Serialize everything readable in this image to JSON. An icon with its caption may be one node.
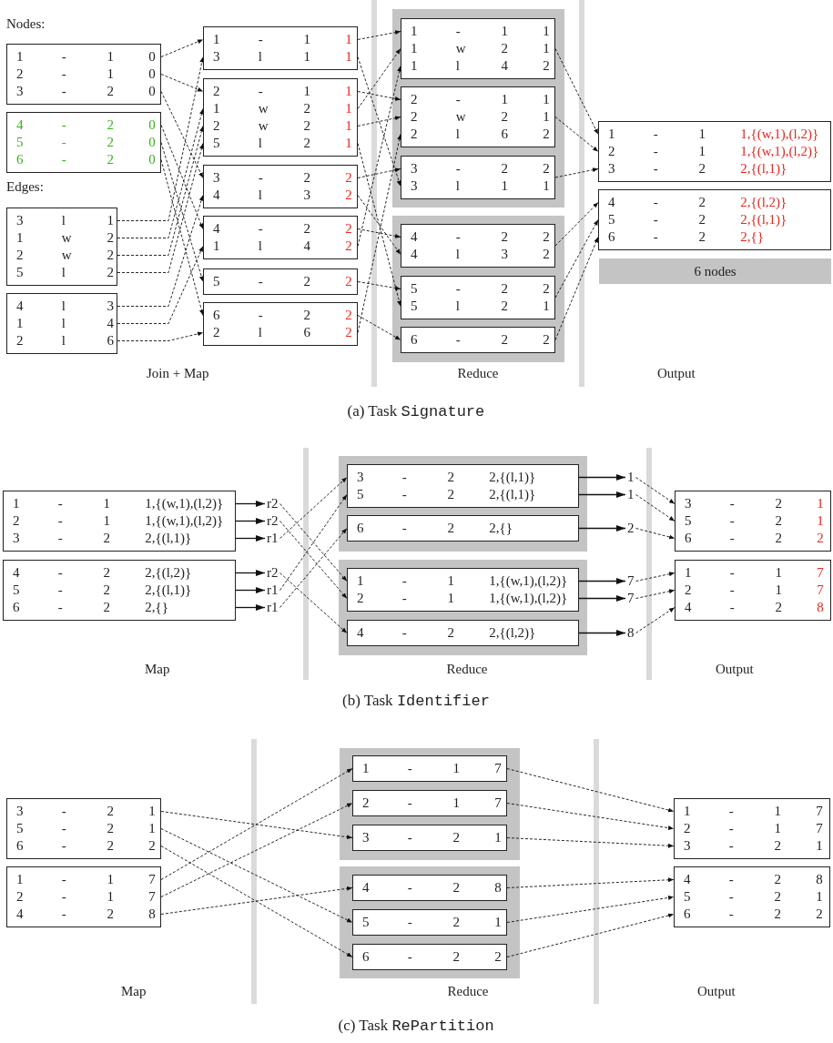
{
  "diagram": {
    "nodes": [
      {
        "text": [
          "1 - 1 0",
          "2 - 1 0",
          "3 - 2 0"
        ]
      },
      {
        "text": [
          "4 - 2 0",
          "5 - 2 0",
          "6 - 2 0"
        ]
      },
      {
        "text": [
          "3 l 1",
          "1 w 2",
          "2 w 2",
          "5 l 2"
        ]
      },
      {
        "text": [
          "4 l 3",
          "1 l 4",
          "2 l 6"
        ]
      },
      {
        "text": [
          "1 - 1 1",
          "3 l 1 1"
        ]
      },
      {
        "text": [
          "2 - 1 1",
          "1 w 2 1",
          "2 w 2 1",
          "5 l 2 1"
        ]
      },
      {
        "text": [
          "3 - 2 2",
          "4 l 3 2"
        ]
      },
      {
        "text": [
          "4 - 2 2",
          "1 l 4 2"
        ]
      },
      {
        "text": [
          "5 - 2 2"
        ]
      },
      {
        "text": [
          "6 - 2 2",
          "2 l 6 2"
        ]
      },
      {
        "text": [],
        "shape": "box"
      },
      {
        "text": [
          "1 - 1 1",
          "1 w 2 1",
          "1 l 4 2"
        ],
        "in": 10
      },
      {
        "text": [
          "2 - 1 1",
          "2 w 2 1",
          "2 l 6 2"
        ],
        "in": 10
      },
      {
        "text": [
          "3 - 2 2",
          "3 l 1 1"
        ],
        "in": 10
      },
      {
        "text": [],
        "shape": "box"
      },
      {
        "text": [
          "4 - 2 2",
          "4 l 3 2"
        ],
        "in": 14
      },
      {
        "text": [
          "5 - 2 2",
          "5 l 2 1"
        ],
        "in": 14
      },
      {
        "text": [
          "6 - 2 2"
        ],
        "in": 14
      },
      {
        "text": [
          "1 - 1 1,{(w,1),(l,2)}",
          "2 - 1 1,{(w,1),(l,2)}",
          "3 - 2 2,{(l,1)}"
        ]
      },
      {
        "text": [
          "4 - 2 2,{(l,2)}",
          "5 - 2 2,{(l,1)}",
          "6 - 2 2,{}"
        ]
      },
      {
        "text": [
          "6 nodes"
        ]
      },
      {
        "text": [
          "1 - 1 1,{(w,1),(l,2)}",
          "2 - 1 1,{(w,1),(l,2)}",
          "3 - 2 2,{(l,1)}"
        ]
      },
      {
        "text": [
          "4 - 2 2,{(l,2)}",
          "5 - 2 2,{(l,1)}",
          "6 - 2 2,{}"
        ]
      },
      {
        "text": [
          "r2"
        ]
      },
      {
        "text": [
          "r2"
        ]
      },
      {
        "text": [
          "r1"
        ]
      },
      {
        "text": [
          "r2"
        ]
      },
      {
        "text": [
          "r1"
        ]
      },
      {
        "text": [
          "r1"
        ]
      },
      {
        "text": [],
        "shape": "box"
      },
      {
        "text": [
          "3 - 2 2,{(l,1)}",
          "5 - 2 2,{(l,1)}"
        ],
        "in": 29
      },
      {
        "text": [
          "6 - 2 2,{}"
        ],
        "in": 29
      },
      {
        "text": [],
        "shape": "box"
      },
      {
        "text": [
          "1 - 1 1,{(w,1),(l,2)}",
          "2 - 1 1,{(w,1),(l,2)}"
        ],
        "in": 32
      },
      {
        "text": [
          "4 - 2 2,{(l,2)}"
        ],
        "in": 32
      },
      {
        "text": [
          "1"
        ]
      },
      {
        "text": [
          "1"
        ]
      },
      {
        "text": [
          "2"
        ]
      },
      {
        "text": [
          "7"
        ]
      },
      {
        "text": [
          "7"
        ]
      },
      {
        "text": [
          "8"
        ]
      },
      {
        "text": [
          "3 - 2 1",
          "5 - 2 1",
          "6 - 2 2"
        ]
      },
      {
        "text": [
          "1 - 1 7",
          "2 - 1 7",
          "4 - 2 8"
        ]
      },
      {
        "text": [
          "3 - 2 1",
          "5 - 2 1",
          "6 - 2 2"
        ]
      },
      {
        "text": [
          "1 - 1 7",
          "2 - 1 7",
          "4 - 2 8"
        ]
      },
      {
        "text": [],
        "shape": "box"
      },
      {
        "text": [
          "1 - 1 7"
        ],
        "in": 45
      },
      {
        "text": [
          "2 - 1 7"
        ],
        "in": 45
      },
      {
        "text": [
          "3 - 2 1"
        ],
        "in": 45
      },
      {
        "text": [],
        "shape": "box"
      },
      {
        "text": [
          "4 - 2 8"
        ],
        "in": 49
      },
      {
        "text": [
          "5 - 2 1"
        ],
        "in": 49
      },
      {
        "text": [
          "6 - 2 2"
        ],
        "in": 49
      },
      {
        "text": [
          "1 - 1 7",
          "2 - 1 7",
          "3 - 2 1"
        ]
      },
      {
        "text": [
          "4 - 2 8",
          "5 - 2 1",
          "6 - 2 2"
        ]
      }
    ],
    "edges": [
      {
        "from": 0,
        "to": 4,
        "arrow": "to",
        "style": "dashed"
      },
      {
        "from": 0,
        "to": 5,
        "arrow": "to",
        "style": "dashed"
      },
      {
        "from": 0,
        "to": 6,
        "arrow": "to",
        "style": "dashed"
      },
      {
        "from": 1,
        "to": 7,
        "arrow": "to",
        "style": "dashed"
      },
      {
        "from": 1,
        "to": 8,
        "arrow": "to",
        "style": "dashed"
      },
      {
        "from": 1,
        "to": 9,
        "arrow": "to",
        "style": "dashed"
      },
      {
        "from": 2,
        "to": 4,
        "arrow": "to",
        "style": "dashed"
      },
      {
        "from": 2,
        "to": 5,
        "arrow": "to",
        "style": "dashed"
      },
      {
        "from": 2,
        "to": 5,
        "arrow": "to",
        "style": "dashed"
      },
      {
        "from": 2,
        "to": 5,
        "arrow": "to",
        "style": "dashed"
      },
      {
        "from": 3,
        "to": 6,
        "arrow": "to",
        "style": "dashed"
      },
      {
        "from": 3,
        "to": 7,
        "arrow": "to",
        "style": "dashed"
      },
      {
        "from": 3,
        "to": 9,
        "arrow": "to",
        "style": "dashed"
      },
      {
        "from": 4,
        "to": 11,
        "arrow": "to",
        "style": "dashed"
      },
      {
        "from": 4,
        "to": 13,
        "arrow": "to",
        "style": "dashed"
      },
      {
        "from": 5,
        "to": 12,
        "arrow": "to",
        "style": "dashed"
      },
      {
        "from": 5,
        "to": 11,
        "arrow": "to",
        "style": "dashed"
      },
      {
        "from": 5,
        "to": 12,
        "arrow": "to",
        "style": "dashed"
      },
      {
        "from": 5,
        "to": 16,
        "arrow": "to",
        "style": "dashed"
      },
      {
        "from": 6,
        "to": 13,
        "arrow": "to",
        "style": "dashed"
      },
      {
        "from": 6,
        "to": 15,
        "arrow": "to",
        "style": "dashed"
      },
      {
        "from": 7,
        "to": 15,
        "arrow": "to",
        "style": "dashed"
      },
      {
        "from": 7,
        "to": 11,
        "arrow": "to",
        "style": "dashed"
      },
      {
        "from": 8,
        "to": 16,
        "arrow": "to",
        "style": "dashed"
      },
      {
        "from": 9,
        "to": 17,
        "arrow": "to",
        "style": "dashed"
      },
      {
        "from": 9,
        "to": 12,
        "arrow": "to",
        "style": "dashed"
      },
      {
        "from": 11,
        "to": 18,
        "arrow": "to",
        "style": "dashed"
      },
      {
        "from": 12,
        "to": 18,
        "arrow": "to",
        "style": "dashed"
      },
      {
        "from": 13,
        "to": 18,
        "arrow": "to",
        "style": "dashed"
      },
      {
        "from": 15,
        "to": 19,
        "arrow": "to",
        "style": "dashed"
      },
      {
        "from": 16,
        "to": 19,
        "arrow": "to",
        "style": "dashed"
      },
      {
        "from": 17,
        "to": 19,
        "arrow": "to",
        "style": "dashed"
      },
      {
        "from": 21,
        "to": 23,
        "arrow": "to"
      },
      {
        "from": 21,
        "to": 24,
        "arrow": "to"
      },
      {
        "from": 21,
        "to": 25,
        "arrow": "to"
      },
      {
        "from": 22,
        "to": 26,
        "arrow": "to"
      },
      {
        "from": 22,
        "to": 27,
        "arrow": "to"
      },
      {
        "from": 22,
        "to": 28,
        "arrow": "to"
      },
      {
        "from": 23,
        "to": 33,
        "arrow": "to",
        "style": "dashed"
      },
      {
        "from": 24,
        "to": 33,
        "arrow": "to",
        "style": "dashed"
      },
      {
        "from": 25,
        "to": 30,
        "arrow": "to",
        "style": "dashed"
      },
      {
        "from": 26,
        "to": 34,
        "arrow": "to",
        "style": "dashed"
      },
      {
        "from": 27,
        "to": 30,
        "arrow": "to",
        "style": "dashed"
      },
      {
        "from": 28,
        "to": 31,
        "arrow": "to",
        "style": "dashed"
      },
      {
        "from": 30,
        "to": 35,
        "arrow": "to"
      },
      {
        "from": 30,
        "to": 36,
        "arrow": "to"
      },
      {
        "from": 31,
        "to": 37,
        "arrow": "to"
      },
      {
        "from": 33,
        "to": 38,
        "arrow": "to"
      },
      {
        "from": 33,
        "to": 39,
        "arrow": "to"
      },
      {
        "from": 34,
        "to": 40,
        "arrow": "to"
      },
      {
        "from": 35,
        "to": 41,
        "arrow": "to",
        "style": "dashed"
      },
      {
        "from": 36,
        "to": 41,
        "arrow": "to",
        "style": "dashed"
      },
      {
        "from": 37,
        "to": 41,
        "arrow": "to",
        "style": "dashed"
      },
      {
        "from": 38,
        "to": 42,
        "arrow": "to",
        "style": "dashed"
      },
      {
        "from": 39,
        "to": 42,
        "arrow": "to",
        "style": "dashed"
      },
      {
        "from": 40,
        "to": 42,
        "arrow": "to",
        "style": "dashed"
      },
      {
        "from": 43,
        "to": 48,
        "arrow": "to",
        "style": "dashed"
      },
      {
        "from": 43,
        "to": 51,
        "arrow": "to",
        "style": "dashed"
      },
      {
        "from": 43,
        "to": 52,
        "arrow": "to",
        "style": "dashed"
      },
      {
        "from": 44,
        "to": 46,
        "arrow": "to",
        "style": "dashed"
      },
      {
        "from": 44,
        "to": 47,
        "arrow": "to",
        "style": "dashed"
      },
      {
        "from": 44,
        "to": 50,
        "arrow": "to",
        "style": "dashed"
      },
      {
        "from": 46,
        "to": 53,
        "arrow": "to",
        "style": "dashed"
      },
      {
        "from": 47,
        "to": 53,
        "arrow": "to",
        "style": "dashed"
      },
      {
        "from": 48,
        "to": 53,
        "arrow": "to",
        "style": "dashed"
      },
      {
        "from": 50,
        "to": 54,
        "arrow": "to",
        "style": "dashed"
      },
      {
        "from": 51,
        "to": 54,
        "arrow": "to",
        "style": "dashed"
      },
      {
        "from": 52,
        "to": 54,
        "arrow": "to",
        "style": "dashed"
      }
    ],
    "labels": [
      "Nodes:",
      "Edges:",
      "Join + Map",
      "Reduce",
      "Output",
      "(a) Task Signature",
      "Map",
      "Reduce",
      "Output",
      "(b) Task Identifier",
      "Map",
      "Reduce",
      "Output",
      "(c) Task RePartition"
    ]
  }
}
